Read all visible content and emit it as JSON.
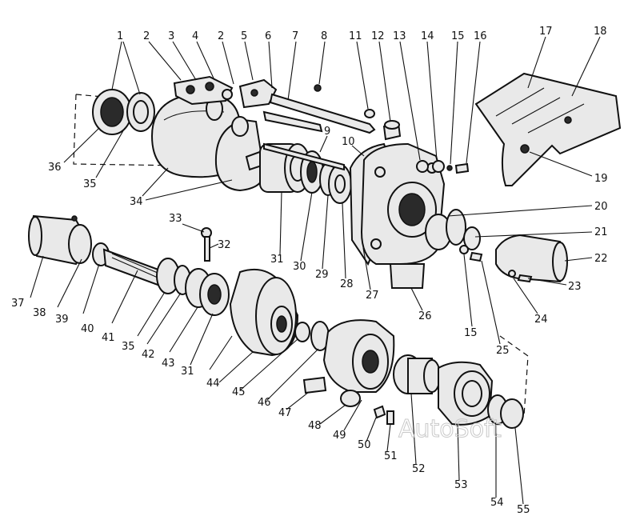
{
  "diagram": {
    "callouts": [
      {
        "label": "1"
      },
      {
        "label": "2"
      },
      {
        "label": "3"
      },
      {
        "label": "4"
      },
      {
        "label": "2"
      },
      {
        "label": "5"
      },
      {
        "label": "6"
      },
      {
        "label": "7"
      },
      {
        "label": "8"
      },
      {
        "label": "11"
      },
      {
        "label": "12"
      },
      {
        "label": "13"
      },
      {
        "label": "14"
      },
      {
        "label": "15"
      },
      {
        "label": "16"
      },
      {
        "label": "17"
      },
      {
        "label": "18"
      },
      {
        "label": "9"
      },
      {
        "label": "10"
      },
      {
        "label": "36"
      },
      {
        "label": "35"
      },
      {
        "label": "34"
      },
      {
        "label": "19"
      },
      {
        "label": "20"
      },
      {
        "label": "21"
      },
      {
        "label": "22"
      },
      {
        "label": "23"
      },
      {
        "label": "24"
      },
      {
        "label": "25"
      },
      {
        "label": "15"
      },
      {
        "label": "26"
      },
      {
        "label": "27"
      },
      {
        "label": "28"
      },
      {
        "label": "29"
      },
      {
        "label": "30"
      },
      {
        "label": "31"
      },
      {
        "label": "32"
      },
      {
        "label": "33"
      },
      {
        "label": "37"
      },
      {
        "label": "38"
      },
      {
        "label": "39"
      },
      {
        "label": "40"
      },
      {
        "label": "41"
      },
      {
        "label": "35"
      },
      {
        "label": "42"
      },
      {
        "label": "43"
      },
      {
        "label": "31"
      },
      {
        "label": "44"
      },
      {
        "label": "45"
      },
      {
        "label": "46"
      },
      {
        "label": "47"
      },
      {
        "label": "48"
      },
      {
        "label": "49"
      },
      {
        "label": "50"
      },
      {
        "label": "51"
      },
      {
        "label": "52"
      },
      {
        "label": "53"
      },
      {
        "label": "54"
      },
      {
        "label": "55"
      }
    ],
    "watermark": "AutoSoft"
  }
}
